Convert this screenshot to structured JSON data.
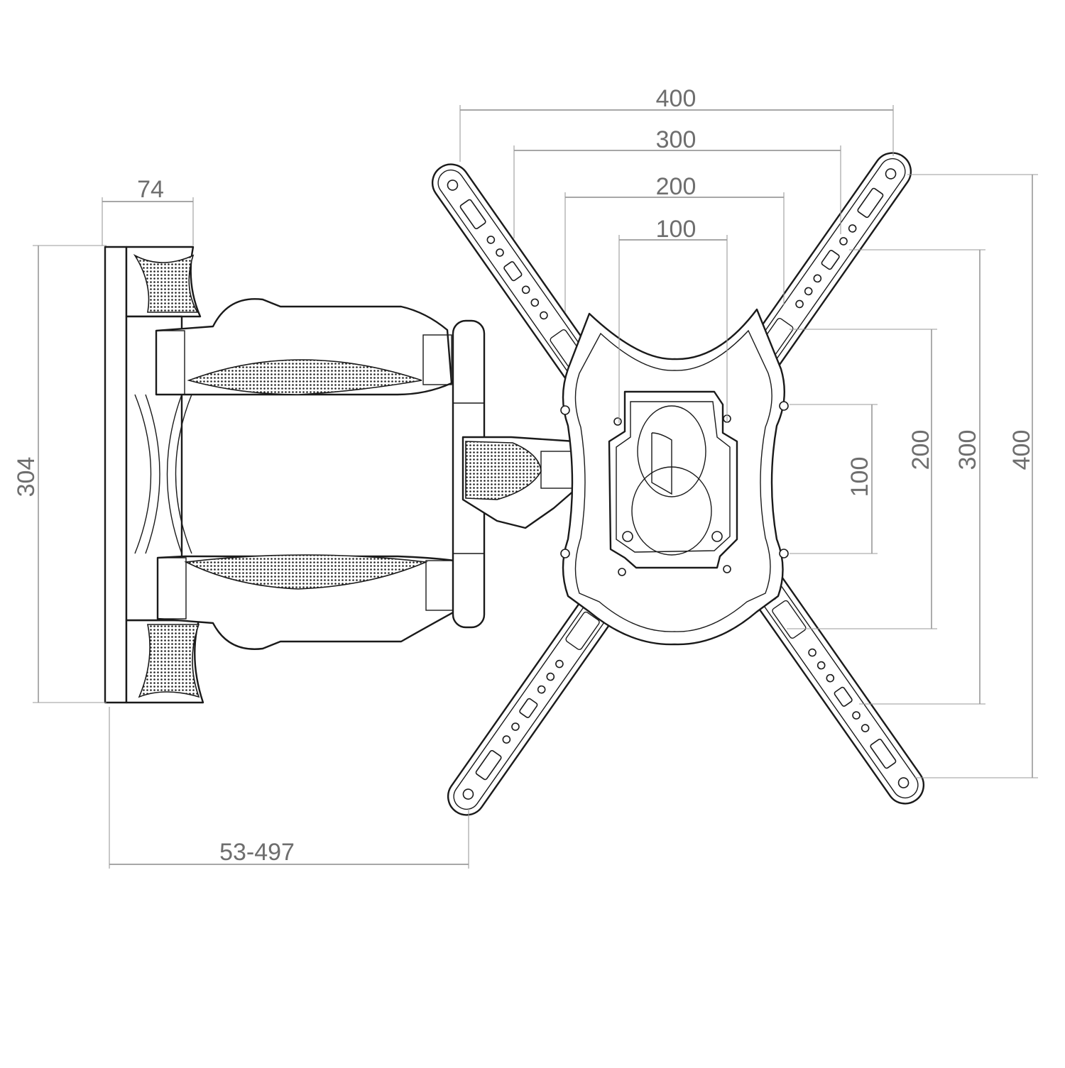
{
  "dimensions": {
    "top": [
      "400",
      "300",
      "200",
      "100"
    ],
    "right": [
      "100",
      "200",
      "300",
      "400"
    ],
    "depth": "74",
    "height": "304",
    "extension": "53-497"
  }
}
